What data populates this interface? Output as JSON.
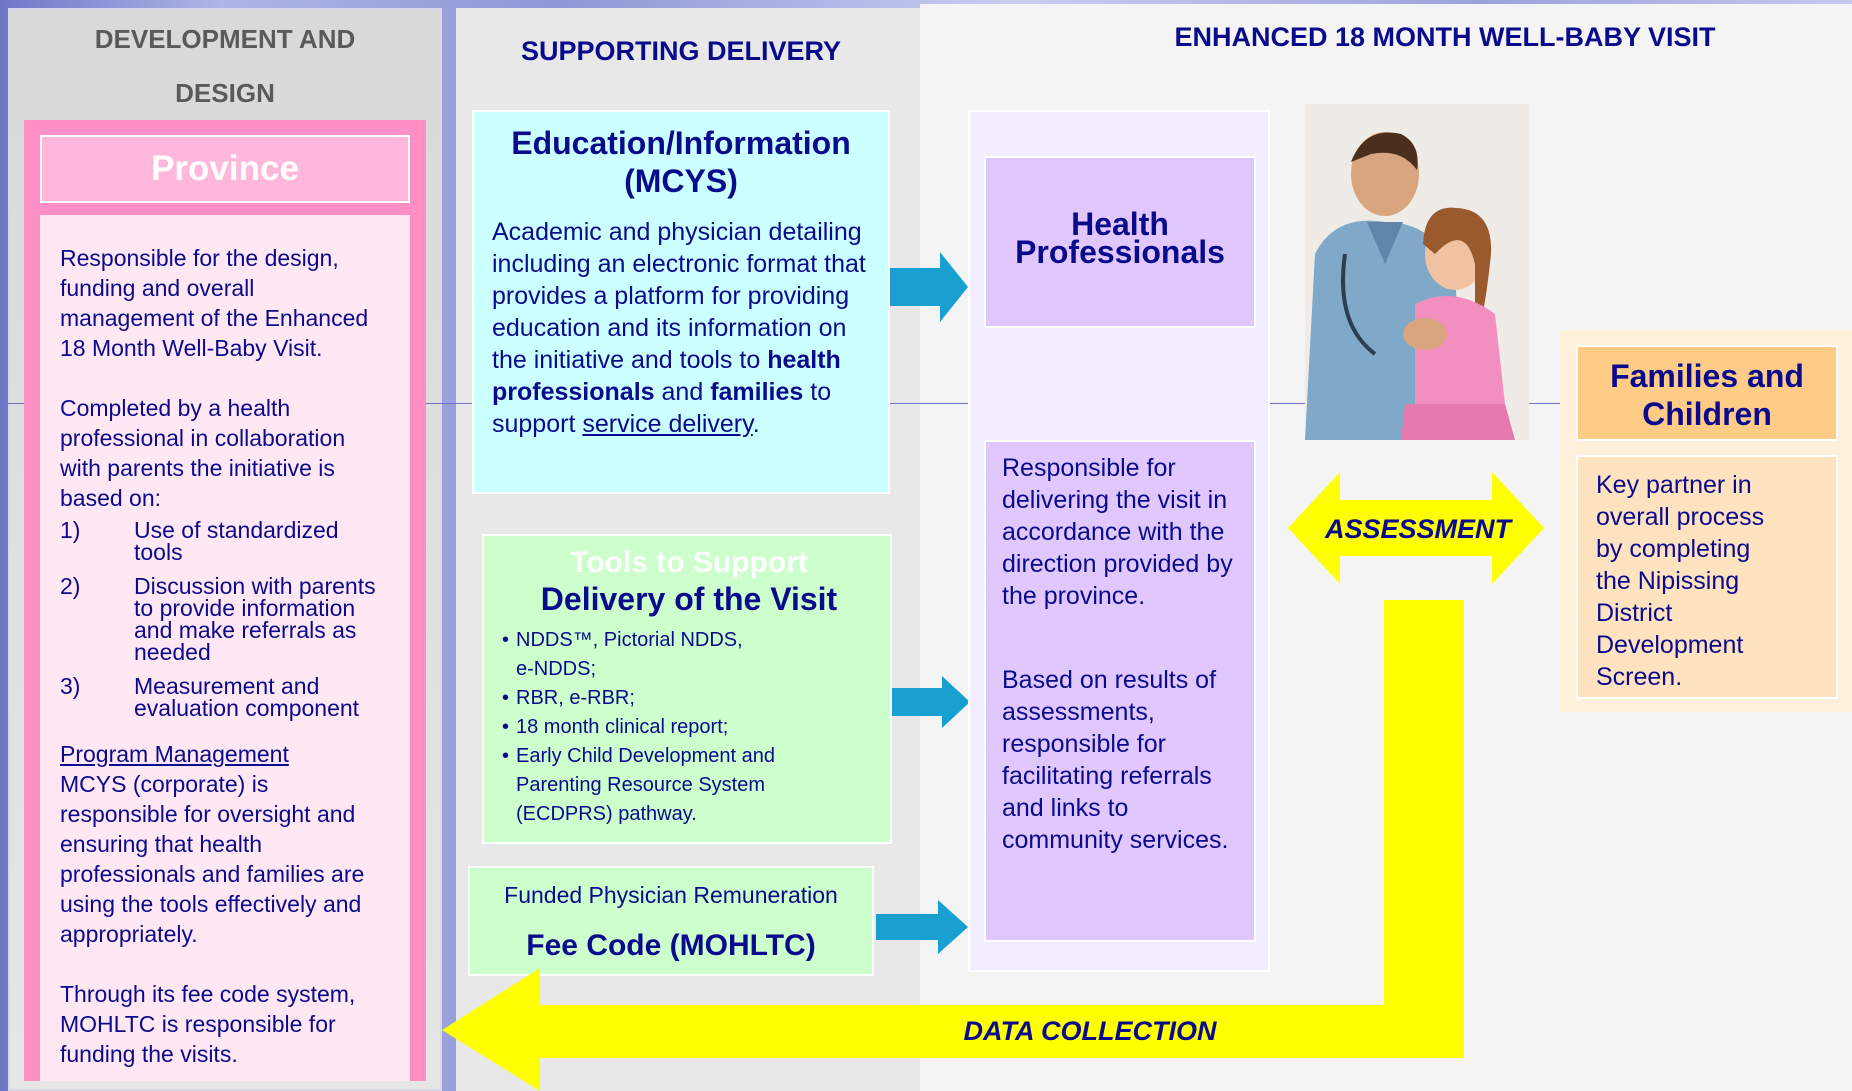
{
  "columns": {
    "left_title": "DEVELOPMENT AND DESIGN",
    "middle_title": "SUPPORTING DELIVERY",
    "right_title": "ENHANCED 18 MONTH WELL-BABY VISIT"
  },
  "province": {
    "title": "Province",
    "intro": "Responsible for the design, funding and overall management of the Enhanced 18 Month Well-Baby Visit.",
    "completed": "Completed by a health professional in collaboration with parents the initiative is based on:",
    "items": [
      {
        "num": "1)",
        "text": "Use of standardized tools"
      },
      {
        "num": "2)",
        "text": "Discussion with parents to provide information and make referrals as needed"
      },
      {
        "num": "3)",
        "text": "Measurement and evaluation component"
      }
    ],
    "program_heading": "Program Management",
    "program_text": "MCYS (corporate) is responsible for oversight and ensuring that health professionals and families are using the tools effectively and appropriately.",
    "fee_text": "Through its fee code system, MOHLTC is responsible for funding the visits."
  },
  "education": {
    "title_line1": "Education/Information",
    "title_line2": "(MCYS)",
    "text1": "Academic and physician detailing including an electronic format that provides a platform for providing education and its information on the initiative and tools to",
    "bold1": "health professionals",
    "text2": "and",
    "bold2": "families",
    "text3": "to support",
    "link": "service delivery",
    "period": "."
  },
  "tools": {
    "title_line1": "Tools to Support",
    "title_line2": "Delivery of the Visit",
    "bullets": [
      "NDDS™, Pictorial NDDS, e-NDDS;",
      "RBR, e-RBR;",
      "18 month clinical report;",
      "Early Child Development and Parenting Resource System (ECDPRS) pathway."
    ]
  },
  "fee": {
    "line1": "Funded Physician Remuneration",
    "line2": "Fee Code (MOHLTC)"
  },
  "health": {
    "title_line1": "Health",
    "title_line2": "Professionals",
    "text1": "Responsible for delivering the visit in accordance with the direction provided by the province.",
    "text2": "Based on results of assessments, responsible for facilitating referrals and links to community services."
  },
  "families": {
    "title_line1": "Families and",
    "title_line2": "Children",
    "text": "Key partner in overall process by completing the Nipissing District Development Screen."
  },
  "labels": {
    "assessment": "ASSESSMENT",
    "data_collection": "DATA COLLECTION"
  },
  "photo": {
    "icon": "doctor-with-child-photo"
  },
  "colors": {
    "navy": "#0a0a8c",
    "pink_border": "#ff8fc4",
    "pink_title_bg": "#ffb8dc",
    "cyan": "#ccffff",
    "green": "#ccffcc",
    "lavender": "#e0c8ff",
    "peach": "#ffcc88",
    "yellow": "#ffff00",
    "arrow_blue": "#1aa0d0"
  }
}
